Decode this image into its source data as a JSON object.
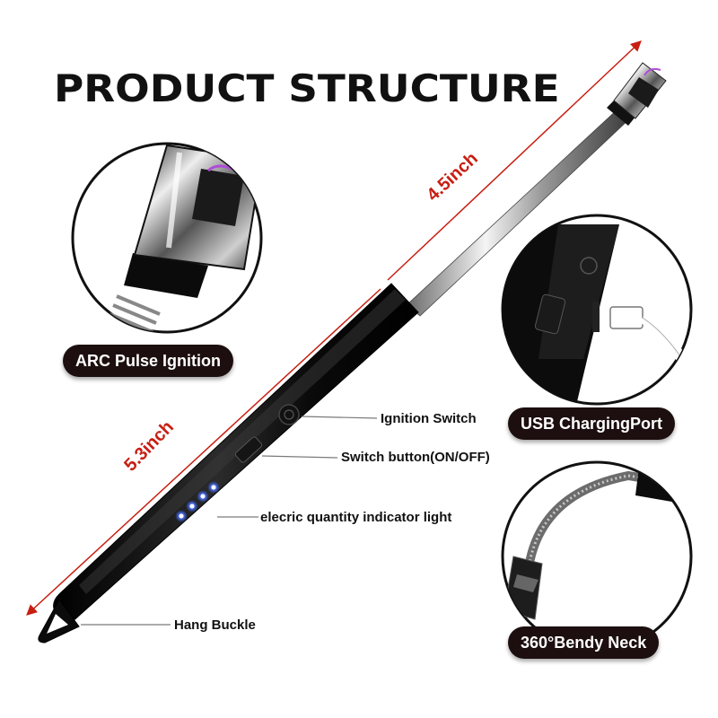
{
  "title": "PRODUCT STRUCTURE",
  "dimensions": {
    "rod_length": "4.5inch",
    "handle_length": "5.3inch"
  },
  "callouts": {
    "ignition_switch": "Ignition Switch",
    "switch_button": "Switch button(ON/OFF)",
    "indicator_light": "elecric quantity indicator light",
    "hang_buckle": "Hang Buckle"
  },
  "badges": {
    "arc": "ARC Pulse Ignition",
    "usb": "USB ChargingPort",
    "bendy": "360°Bendy Neck"
  },
  "colors": {
    "dimension_red": "#c81e12",
    "badge_bg": "#1d0f0f",
    "led_blue": "#2f5cff",
    "arc_purple": "#b04bd8"
  },
  "icons": [
    "arc-tip-icon",
    "usb-cable-icon",
    "bendy-neck-icon",
    "lighter-icon"
  ]
}
